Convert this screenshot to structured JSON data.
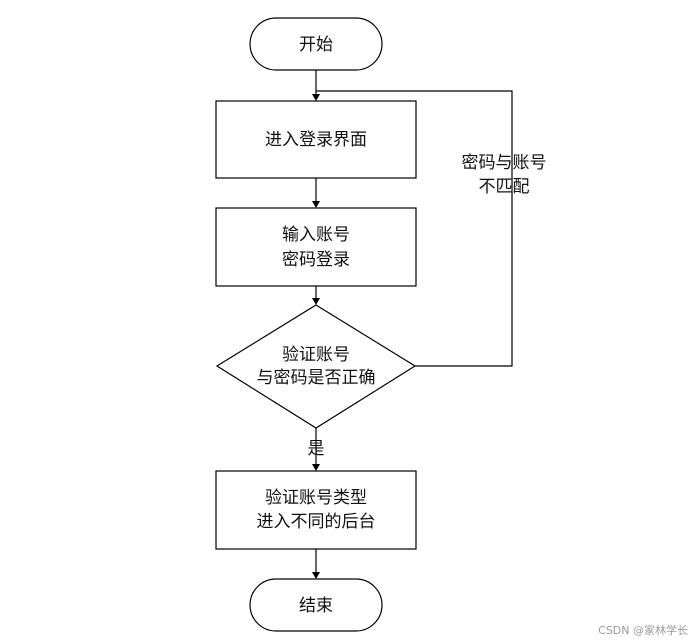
{
  "flowchart": {
    "nodes": {
      "start": {
        "lines": [
          "开始"
        ]
      },
      "login_page": {
        "lines": [
          "进入登录界面"
        ]
      },
      "input_credentials": {
        "lines": [
          "输入账号",
          "密码登录"
        ]
      },
      "verify": {
        "lines": [
          "验证账号",
          "与密码是否正确"
        ]
      },
      "route_by_type": {
        "lines": [
          "验证账号类型",
          "进入不同的后台"
        ]
      },
      "end": {
        "lines": [
          "结束"
        ]
      }
    },
    "edges": {
      "no_match": {
        "lines": [
          "密码与账号",
          "不匹配"
        ]
      },
      "yes": {
        "lines": [
          "是"
        ]
      }
    }
  },
  "watermark": "CSDN @家林学长"
}
